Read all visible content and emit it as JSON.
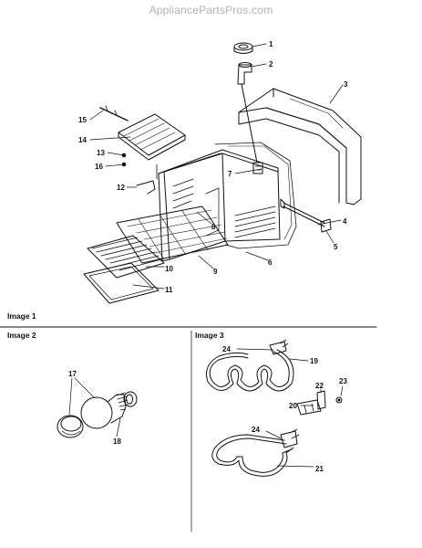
{
  "watermark": "AppliancePartsPros.com",
  "sections": {
    "image1": "Image 1",
    "image2": "Image 2",
    "image3": "Image 3"
  },
  "callouts": {
    "c1": "1",
    "c2": "2",
    "c3": "3",
    "c4": "4",
    "c5": "5",
    "c6": "6",
    "c7": "7",
    "c8": "8",
    "c9": "9",
    "c10": "10",
    "c11": "11",
    "c12": "12",
    "c13": "13",
    "c14": "14",
    "c15": "15",
    "c16": "16",
    "c17": "17",
    "c18": "18",
    "c19": "19",
    "c20": "20",
    "c21": "21",
    "c22": "22",
    "c23": "23",
    "c24a": "24",
    "c24b": "24"
  }
}
